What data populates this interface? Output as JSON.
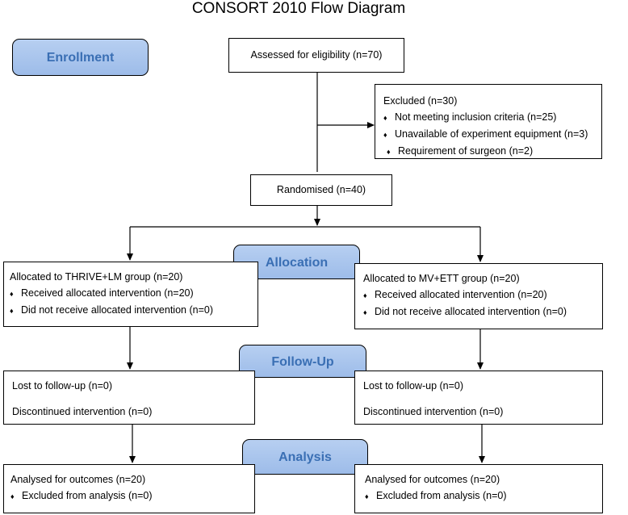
{
  "title": "CONSORT 2010 Flow Diagram",
  "stages": {
    "enrollment": "Enrollment",
    "allocation": "Allocation",
    "follow_up": "Follow-Up",
    "analysis": "Analysis"
  },
  "assessed": "Assessed for eligibility (n=70)",
  "excluded": {
    "heading": "Excluded (n=30)",
    "items": [
      "Not meeting inclusion criteria (n=25)",
      "Unavailable of experiment equipment (n=3)",
      "Requirement of surgeon (n=2)"
    ]
  },
  "randomised": "Randomised (n=40)",
  "left_arm": {
    "allocation": {
      "heading": "Allocated to THRIVE+LM group (n=20)",
      "items": [
        "Received allocated intervention (n=20)",
        "Did not receive allocated intervention (n=0)"
      ]
    },
    "follow_up": {
      "lost": "Lost to follow-up (n=0)",
      "discontinued": "Discontinued intervention (n=0)"
    },
    "analysis": {
      "heading": "Analysed for outcomes (n=20)",
      "items": [
        "Excluded from analysis (n=0)"
      ]
    }
  },
  "right_arm": {
    "allocation": {
      "heading": "Allocated to MV+ETT group (n=20)",
      "items": [
        "Received allocated intervention (n=20)",
        "Did not receive allocated intervention (n=0)"
      ]
    },
    "follow_up": {
      "lost": "Lost to follow-up (n=0)",
      "discontinued": "Discontinued intervention (n=0)"
    },
    "analysis": {
      "heading": "Analysed for outcomes (n=20)",
      "items": [
        "Excluded from analysis (n=0)"
      ]
    }
  },
  "bullet_symbol": "♦",
  "colors": {
    "stage_fill": "#a9c6ee",
    "stage_text": "#3a6fb4",
    "line": "#000000"
  }
}
